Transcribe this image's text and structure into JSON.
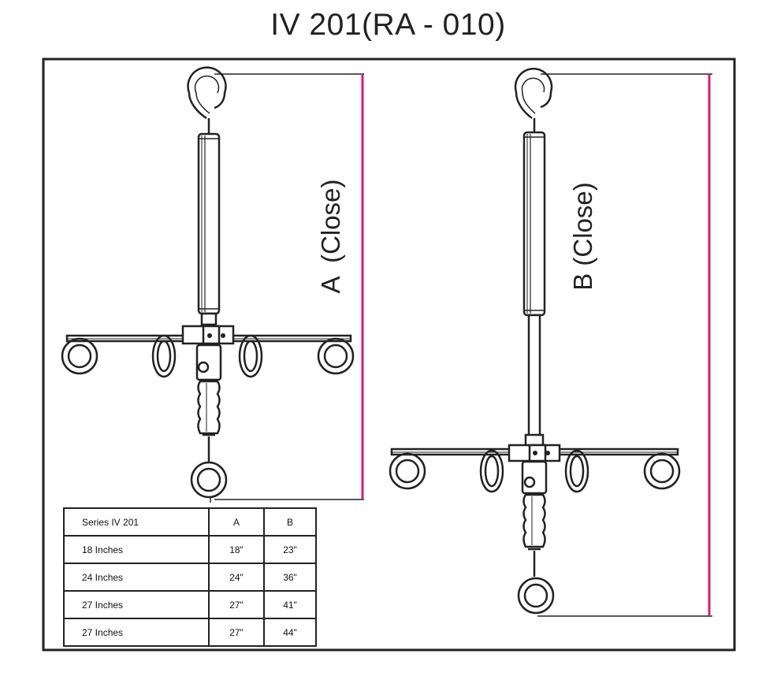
{
  "title": "IV 201(RA - 010)",
  "labels": {
    "a": "A  (Close)",
    "b": "B (Close)"
  },
  "colors": {
    "dimension_line": "#d81b7a",
    "outline": "#222222"
  },
  "table": {
    "header": [
      "Series IV 201",
      "A",
      "B"
    ],
    "rows": [
      [
        "18 Inches",
        "18\"",
        "23\""
      ],
      [
        "24 Inches",
        "24\"",
        "36\""
      ],
      [
        "27 Inches",
        "27\"",
        "41\""
      ],
      [
        "27 Inches",
        "27\"",
        "44\""
      ]
    ]
  }
}
